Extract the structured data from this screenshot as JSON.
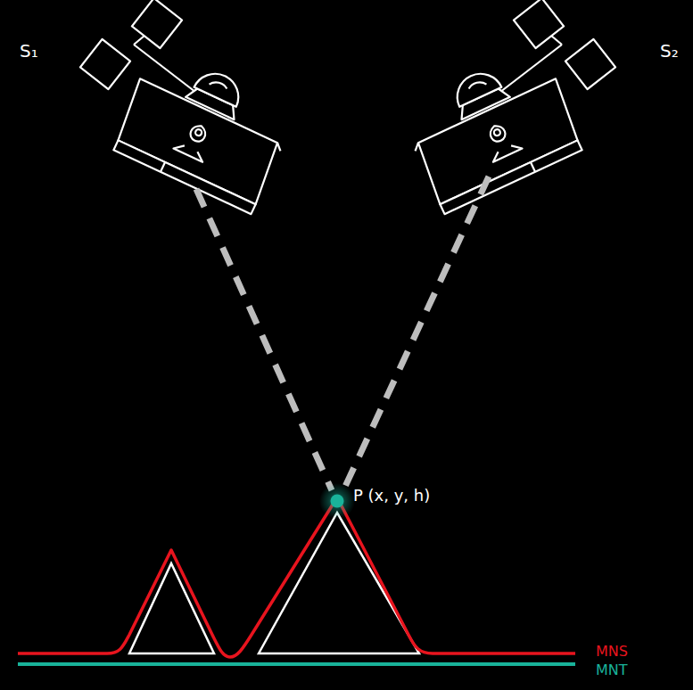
{
  "diagram": {
    "labels": [
      "S₁",
      "S₂",
      "P (x, y, h)",
      "MNS",
      "MNT"
    ]
  }
}
